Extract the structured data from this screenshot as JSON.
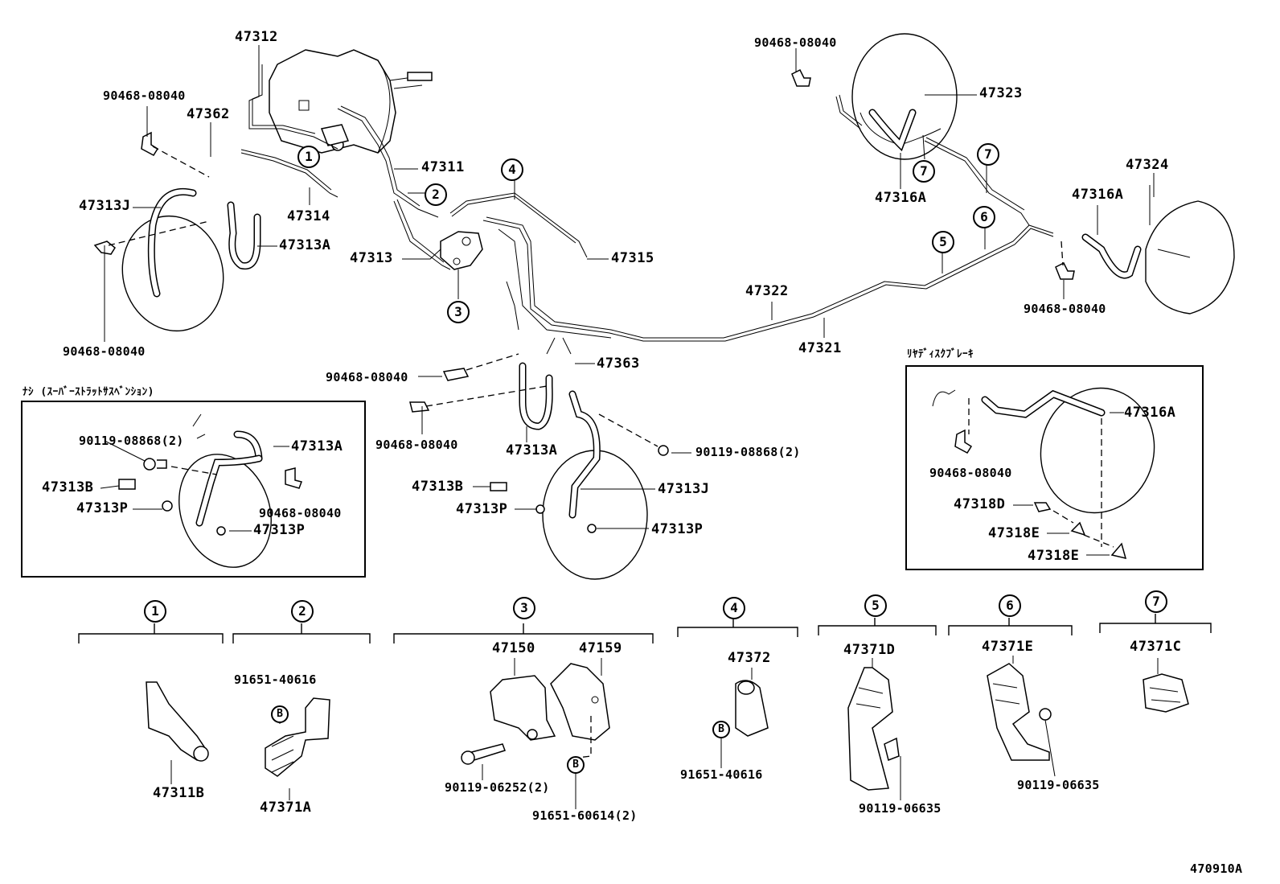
{
  "labels": {
    "p47312": "47312",
    "p90468_a": "90468-08040",
    "p47362": "47362",
    "p47311": "47311",
    "p47313J_a": "47313J",
    "p47314": "47314",
    "p47313A_a": "47313A",
    "p47313_main": "47313",
    "p47315": "47315",
    "p90468_b": "90468-08040",
    "p90468_top": "90468-08040",
    "p47323": "47323",
    "p47316A_top": "47316A",
    "p47324": "47324",
    "p47316A_r": "47316A",
    "p90468_r": "90468-08040",
    "p47322": "47322",
    "p47321": "47321",
    "p90468_c": "90468-08040",
    "p47363": "47363",
    "p90468_d": "90468-08040",
    "p47313A_c": "47313A",
    "p90119_08868_c": "90119-08868(2)",
    "p47313B_c": "47313B",
    "p47313J_c": "47313J",
    "p47313P_c1": "47313P",
    "p47313P_c2": "47313P",
    "ref_code": "470910A"
  },
  "inset_left": {
    "title": "ﾅｼ (ｽｰﾊﾞｰｽﾄﾗｯﾄｻｽﾍﾞﾝｼｮﾝ)",
    "l90119": "90119-08868(2)",
    "l47313A": "47313A",
    "l47313B": "47313B",
    "l47313P1": "47313P",
    "l90468": "90468-08040",
    "l47313P2": "47313P"
  },
  "inset_right": {
    "title": "ﾘﾔﾃﾞｨｽｸﾌﾞﾚｰｷ",
    "l47316A": "47316A",
    "l90468": "90468-08040",
    "l47318D": "47318D",
    "l47318E1": "47318E",
    "l47318E2": "47318E"
  },
  "callouts": {
    "c1": "1",
    "c2": "2",
    "c3": "3",
    "c4": "4",
    "c5": "5",
    "c6": "6",
    "c7a": "7",
    "c7b": "7"
  },
  "groups": {
    "g1": {
      "num": "1",
      "part_a": "47311B"
    },
    "g2": {
      "num": "2",
      "part_a": "91651-40616",
      "b": "B",
      "part_b": "47371A"
    },
    "g3": {
      "num": "3",
      "part_a": "47150",
      "part_b": "47159",
      "part_c": "90119-06252(2)",
      "b": "B",
      "part_d": "91651-60614(2)"
    },
    "g4": {
      "num": "4",
      "part_a": "47372",
      "b": "B",
      "part_b": "91651-40616"
    },
    "g5": {
      "num": "5",
      "part_a": "47371D",
      "part_b": "90119-06635"
    },
    "g6": {
      "num": "6",
      "part_a": "47371E",
      "part_b": "90119-06635"
    },
    "g7": {
      "num": "7",
      "part_a": "47371C"
    }
  }
}
